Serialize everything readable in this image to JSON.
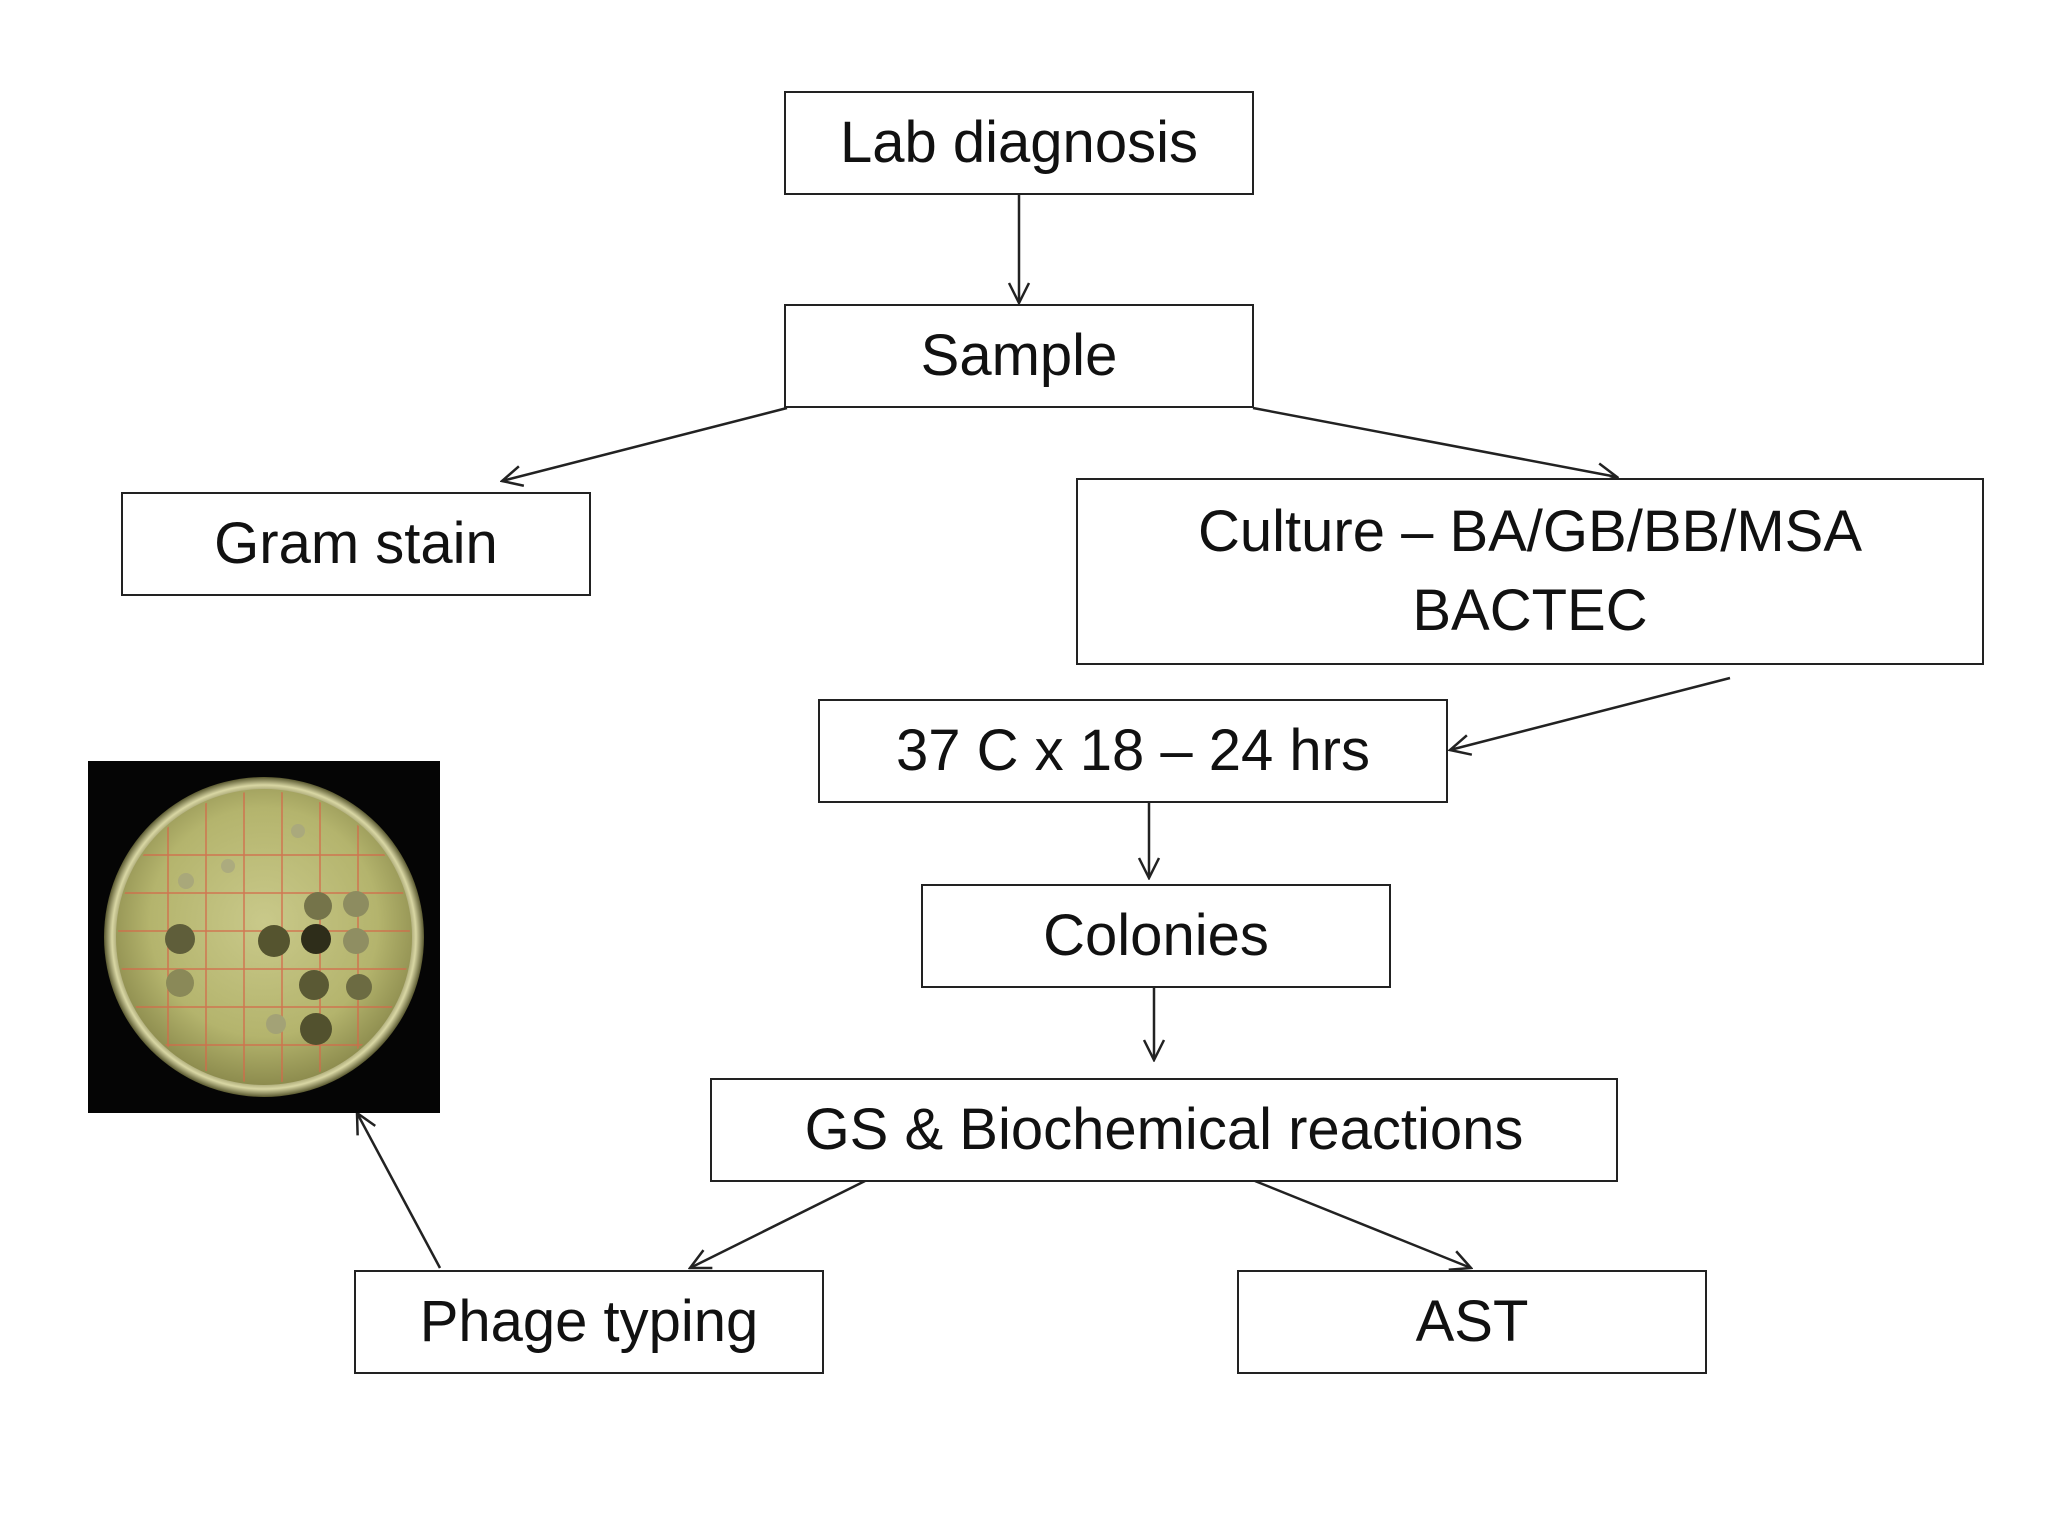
{
  "nodes": {
    "lab_diagnosis": "Lab diagnosis",
    "sample": "Sample",
    "gram_stain": "Gram stain",
    "culture_line1": "Culture – BA/GB/BB/MSA",
    "culture_line2": "BACTEC",
    "incubation": "37 C x 18 – 24 hrs",
    "colonies": "Colonies",
    "gs_biochemical": "GS & Biochemical reactions",
    "phage_typing": "Phage typing",
    "ast": "AST"
  },
  "image": {
    "subject": "agar plate showing phage typing lysis zones"
  }
}
